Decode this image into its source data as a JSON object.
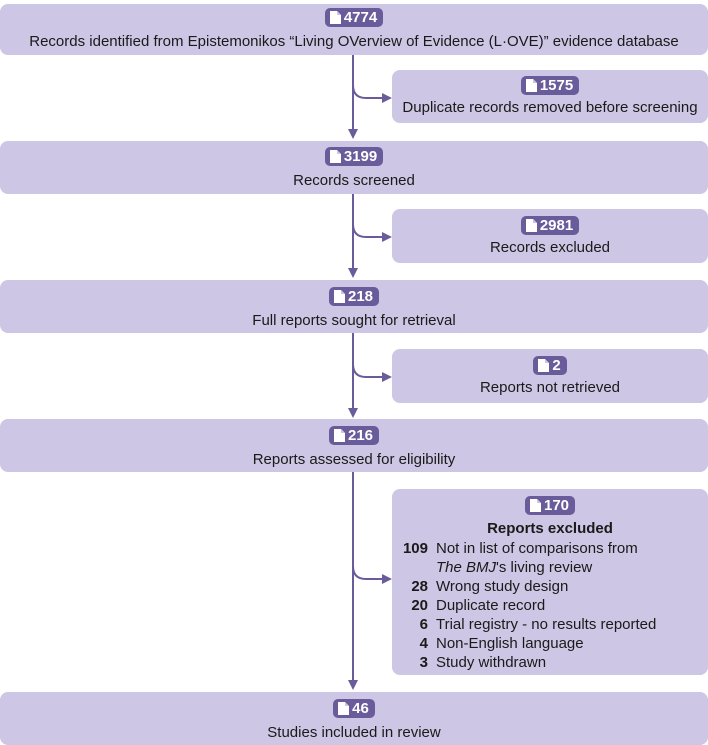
{
  "colors": {
    "box": "#cdc6e4",
    "badge": "#6a5b9b",
    "arrow": "#6a5b9b"
  },
  "icon": "document-icon",
  "main_boxes": [
    {
      "count": "4774",
      "label": "Records identified from Epistemonikos “Living OVerview of Evidence (L·OVE)” evidence database"
    },
    {
      "count": "3199",
      "label": "Records screened"
    },
    {
      "count": "218",
      "label": "Full reports sought for retrieval"
    },
    {
      "count": "216",
      "label": "Reports assessed for eligibility"
    },
    {
      "count": "46",
      "label": "Studies included in review"
    }
  ],
  "side_boxes": [
    {
      "count": "1575",
      "label": "Duplicate records removed before screening"
    },
    {
      "count": "2981",
      "label": "Records excluded"
    },
    {
      "count": "2",
      "label": "Reports not retrieved"
    }
  ],
  "exclusion_box": {
    "count": "170",
    "title": "Reports excluded",
    "reasons": [
      {
        "count": "109",
        "text": "Not in list of comparisons from",
        "text2_italic": "The BMJ",
        "text2_rest": "'s living review"
      },
      {
        "count": "28",
        "text": "Wrong study design"
      },
      {
        "count": "20",
        "text": "Duplicate record"
      },
      {
        "count": "6",
        "text": "Trial registry - no results reported"
      },
      {
        "count": "4",
        "text": "Non-English language"
      },
      {
        "count": "3",
        "text": "Study withdrawn"
      }
    ]
  }
}
